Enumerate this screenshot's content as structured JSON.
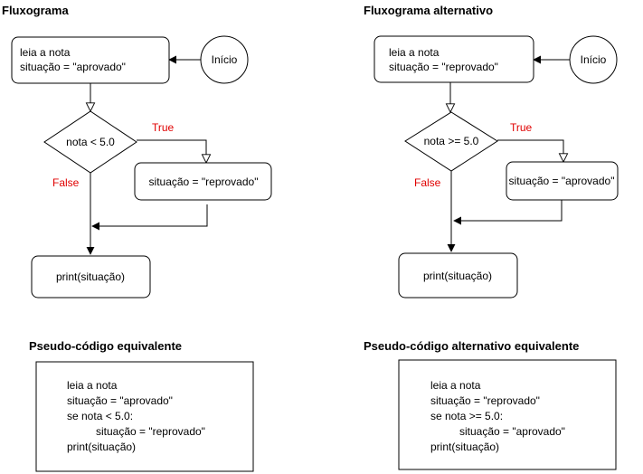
{
  "left": {
    "title": "Fluxograma",
    "start": "Início",
    "read_line1": "leia a nota",
    "read_line2": "situação = \"aprovado\"",
    "decision": "nota < 5.0",
    "true_label": "True",
    "false_label": "False",
    "assign": "situação = \"reprovado\"",
    "print": "print(situação)",
    "pseudo_title": "Pseudo-código equivalente",
    "pseudo": [
      "leia a nota",
      "situação = \"aprovado\"",
      "se nota < 5.0:",
      "situação = \"reprovado\"",
      "print(situação)"
    ]
  },
  "right": {
    "title": "Fluxograma alternativo",
    "start": "Início",
    "read_line1": "leia a nota",
    "read_line2": "situação = \"reprovado\"",
    "decision": "nota >= 5.0",
    "true_label": "True",
    "false_label": "False",
    "assign": "situação = \"aprovado\"",
    "print": "print(situação)",
    "pseudo_title": "Pseudo-código alternativo equivalente",
    "pseudo": [
      "leia a nota",
      "situação = \"reprovado\"",
      "se nota >= 5.0:",
      "situação = \"aprovado\"",
      "print(situação)"
    ]
  }
}
